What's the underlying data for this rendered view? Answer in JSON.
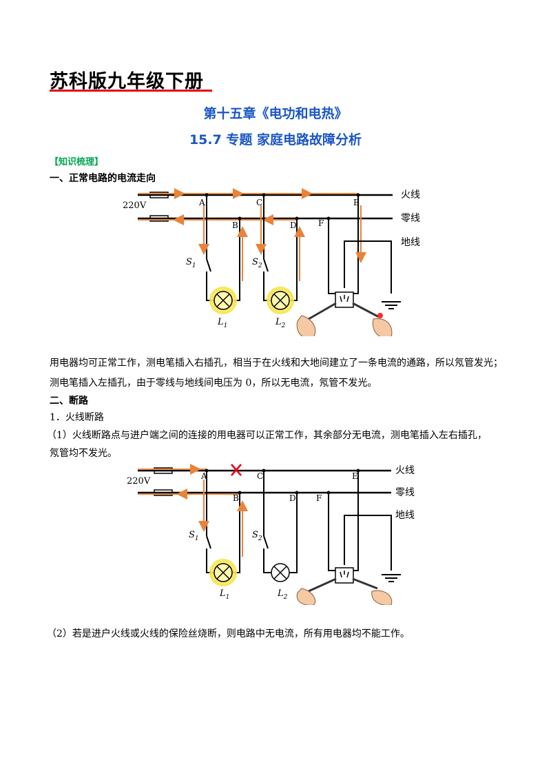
{
  "header": {
    "book_title": "苏科版九年级下册",
    "chapter_title": "第十五章《电功和电热》",
    "topic_title": "15.7 专题  家庭电路故障分析"
  },
  "knowledge_tag": "【知识梳理】",
  "section1": {
    "heading": "一、正常电路的电流走向",
    "paragraph_line1": "用电器均可正常工作，测电笔插入右插孔，相当于在火线和大地间建立了一条电流的通路，所以氖管发光；",
    "paragraph_line2": "测电笔插入左插孔，由于零线与地线间电压为 0，所以无电流，氖管不发光。"
  },
  "section2": {
    "heading": "二、断路",
    "sub1": "1．火线断路",
    "item1_line1": "（1）火线断路点与进户端之间的连接的用电器可以正常工作，其余部分无电流，测电笔插入左右插孔，",
    "item1_line2": "氖管均不发光。",
    "item2": "（2）若是进户火线或火线的保险丝烧断，则电路中无电流，所有用电器均不能工作。"
  },
  "diagram1": {
    "voltage": "220V",
    "live_label": "火线",
    "neutral_label": "零线",
    "ground_label": "地线",
    "nodes": {
      "a": "A",
      "b": "B",
      "c": "C",
      "d": "D",
      "e": "E",
      "f": "F"
    },
    "switch1": "S",
    "switch1_sub": "1",
    "switch2": "S",
    "switch2_sub": "2",
    "lamp1": "L",
    "lamp1_sub": "1",
    "lamp2": "L",
    "lamp2_sub": "2"
  },
  "diagram2": {
    "voltage": "220V",
    "live_label": "火线",
    "neutral_label": "零线",
    "ground_label": "地线",
    "nodes": {
      "a": "A",
      "b": "B",
      "c": "C",
      "d": "D",
      "e": "E",
      "f": "F"
    },
    "switch1": "S",
    "switch1_sub": "1",
    "switch2": "S",
    "switch2_sub": "2",
    "lamp1": "L",
    "lamp1_sub": "1",
    "lamp2": "L",
    "lamp2_sub": "2"
  },
  "colors": {
    "current_arrow": "#e8833a",
    "heading_blue": "#1a56c4",
    "tag_green": "#00a651",
    "underline_red": "#e60012",
    "lamp_glow": "#fff27a",
    "break_mark": "#e60012"
  }
}
